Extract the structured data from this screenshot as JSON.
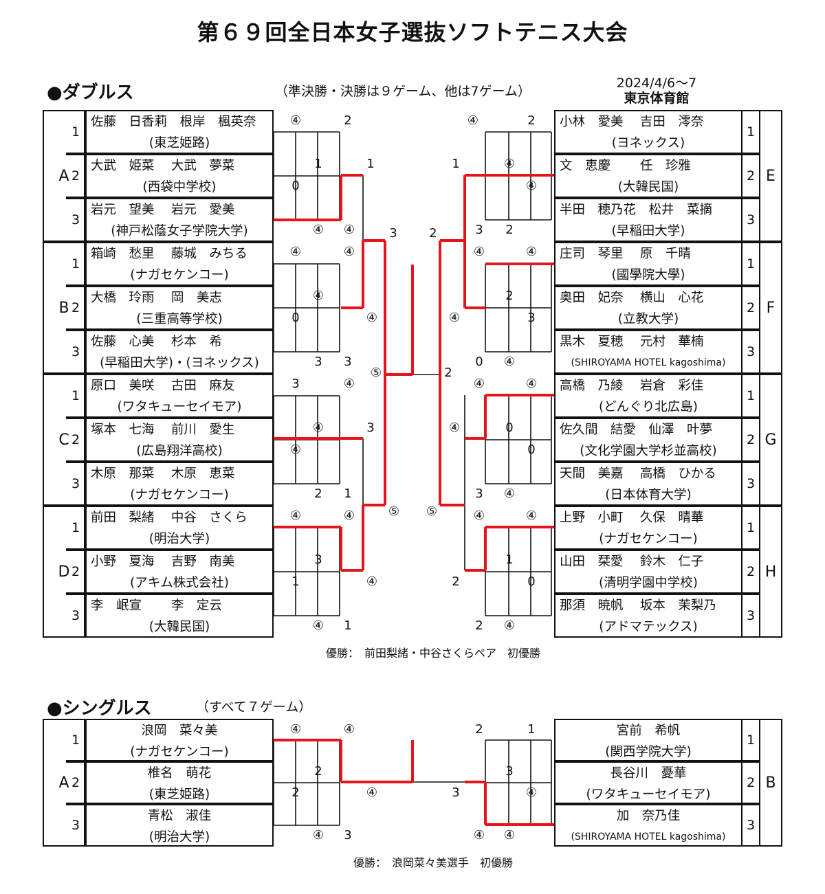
{
  "title": "第６９回全日本女子選抜ソフトテニス大会",
  "event": {
    "date": "2024/4/6～7",
    "venue": "東京体育館"
  },
  "doubles": {
    "heading": "●ダブルス",
    "note": "（準決勝・決勝は９ゲーム、他は7ゲーム）",
    "left_groups": [
      {
        "label": "A",
        "players": [
          {
            "no": "1",
            "names": "佐藤　日香莉　根岸　楓英奈",
            "club": "(東芝姫路)"
          },
          {
            "no": "2",
            "names": "大武　姫菜　 大武　夢菜",
            "club": "(西袋中学校)"
          },
          {
            "no": "3",
            "names": "岩元　望美　 岩元　愛美",
            "club": "(神戸松蔭女子学院大学)"
          }
        ]
      },
      {
        "label": "B",
        "players": [
          {
            "no": "1",
            "names": "箱崎　愁里　 藤城　みちる",
            "club": "(ナガセケンコー)"
          },
          {
            "no": "2",
            "names": "大橋　玲雨　 岡　美志",
            "club": "(三重高等学校)"
          },
          {
            "no": "3",
            "names": "佐藤　心美　 杉本　希",
            "club": "(早稲田大学)・(ヨネックス)"
          }
        ]
      },
      {
        "label": "C",
        "players": [
          {
            "no": "1",
            "names": "原口　美咲　 古田　麻友",
            "club": "(ワタキューセイモア)"
          },
          {
            "no": "2",
            "names": "塚本　七海　 前川　愛生",
            "club": "(広島翔洋高校)"
          },
          {
            "no": "3",
            "names": "木原　那菜　 木原　恵菜",
            "club": "(ナガセケンコー)"
          }
        ]
      },
      {
        "label": "D",
        "players": [
          {
            "no": "1",
            "names": "前田　梨緒　 中谷　さくら",
            "club": "(明治大学)"
          },
          {
            "no": "2",
            "names": "小野　夏海　 吉野　南美",
            "club": "(アキム株式会社)"
          },
          {
            "no": "3",
            "names": "李　岷宣　　 李　定云",
            "club": "(大韓民国)"
          }
        ]
      }
    ],
    "right_groups": [
      {
        "label": "E",
        "players": [
          {
            "no": "1",
            "names": "小林　愛美　 吉田　澪奈",
            "club": "(ヨネックス)"
          },
          {
            "no": "2",
            "names": "文　恵慶　　 任　珍雅",
            "club": "(大韓民国)"
          },
          {
            "no": "3",
            "names": "半田　穂乃花　松井　菜摘",
            "club": "(早稲田大学)"
          }
        ]
      },
      {
        "label": "F",
        "players": [
          {
            "no": "1",
            "names": "庄司　琴里　 原　千晴",
            "club": "(國學院大學)"
          },
          {
            "no": "2",
            "names": "奥田　妃奈　 横山　心花",
            "club": "(立教大学)"
          },
          {
            "no": "3",
            "names": "黒木　夏穂　 元村　華楠",
            "club": "(SHIROYAMA HOTEL kagoshima)"
          }
        ]
      },
      {
        "label": "G",
        "players": [
          {
            "no": "1",
            "names": "高橋　乃綾　 岩倉　彩佳",
            "club": "(どんぐり北広島)"
          },
          {
            "no": "2",
            "names": "佐久間　結愛　仙澤　叶夢",
            "club": "(文化学園大学杉並高校)"
          },
          {
            "no": "3",
            "names": "天間　美嘉　 高橋　ひかる",
            "club": "(日本体育大学)"
          }
        ]
      },
      {
        "label": "H",
        "players": [
          {
            "no": "1",
            "names": "上野　小町　 久保　晴華",
            "club": "(ナガセケンコー)"
          },
          {
            "no": "2",
            "names": "山田　栞愛　 鈴木　仁子",
            "club": "(清明学園中学校)"
          },
          {
            "no": "3",
            "names": "那須　暁帆　 坂本　茉梨乃",
            "club": "(アドマテックス)"
          }
        ]
      }
    ],
    "scores": [
      "④",
      "2",
      "④",
      "2",
      "1",
      "1",
      "1",
      "④",
      "0",
      "④",
      "④",
      "④",
      "3",
      "2",
      "3",
      "2",
      "④",
      "④",
      "④",
      "④",
      "④",
      "2",
      "0",
      "④",
      "④",
      "3",
      "3",
      "3",
      "0",
      "④",
      "⑤",
      "2",
      "3",
      "④",
      "④",
      "④",
      "④",
      "3",
      "④",
      "0",
      "④",
      "0",
      "2",
      "1",
      "3",
      "④",
      "⑤",
      "⑤",
      "④",
      "④",
      "④",
      "④",
      "3",
      "1",
      "1",
      "④",
      "2",
      "0",
      "④",
      "1",
      "2",
      "④"
    ],
    "champion": "優勝：　前田梨緒・中谷さくらペア　初優勝"
  },
  "singles": {
    "heading": "●シングルス",
    "note": "（すべて７ゲーム）",
    "left_group": {
      "label": "A",
      "players": [
        {
          "no": "1",
          "names": "浪岡　菜々美",
          "club": "(ナガセケンコー)"
        },
        {
          "no": "2",
          "names": "椎名　萌花",
          "club": "(東芝姫路)"
        },
        {
          "no": "3",
          "names": "青松　淑佳",
          "club": "(明治大学)"
        }
      ]
    },
    "right_group": {
      "label": "B",
      "players": [
        {
          "no": "1",
          "names": "宮前　希帆",
          "club": "(関西学院大学)"
        },
        {
          "no": "2",
          "names": "長谷川　憂華",
          "club": "(ワタキューセイモア)"
        },
        {
          "no": "3",
          "names": "加　奈乃佳",
          "club": "(SHIROYAMA HOTEL kagoshima)"
        }
      ]
    },
    "scores": [
      "④",
      "④",
      "2",
      "1",
      "2",
      "3",
      "2",
      "④",
      "3",
      "④",
      "④",
      "3",
      "④",
      "④"
    ],
    "champion": "優勝：　浪岡菜々美選手　初優勝"
  }
}
